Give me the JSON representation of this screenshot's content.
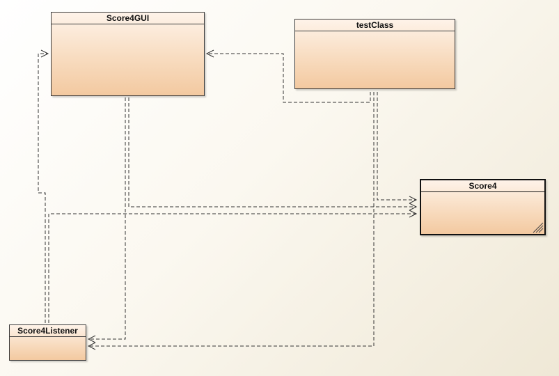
{
  "diagram": {
    "classes": {
      "score4gui": {
        "name": "Score4GUI"
      },
      "testclass": {
        "name": "testClass"
      },
      "score4": {
        "name": "Score4"
      },
      "score4listener": {
        "name": "Score4Listener"
      }
    },
    "relationships": [
      {
        "from": "testClass",
        "to": "Score4GUI",
        "style": "dashed-dependency"
      },
      {
        "from": "testClass",
        "to": "Score4",
        "style": "dashed-dependency"
      },
      {
        "from": "testClass",
        "to": "Score4Listener",
        "style": "dashed-dependency"
      },
      {
        "from": "Score4GUI",
        "to": "Score4",
        "style": "dashed-dependency"
      },
      {
        "from": "Score4GUI",
        "to": "Score4Listener",
        "style": "dashed-dependency"
      },
      {
        "from": "Score4Listener",
        "to": "Score4GUI",
        "style": "dashed-dependency"
      },
      {
        "from": "Score4Listener",
        "to": "Score4",
        "style": "dashed-dependency"
      }
    ],
    "colors": {
      "box_fill_top": "#fef3e9",
      "box_fill_bottom": "#f3c9a0",
      "line": "#333333"
    }
  }
}
